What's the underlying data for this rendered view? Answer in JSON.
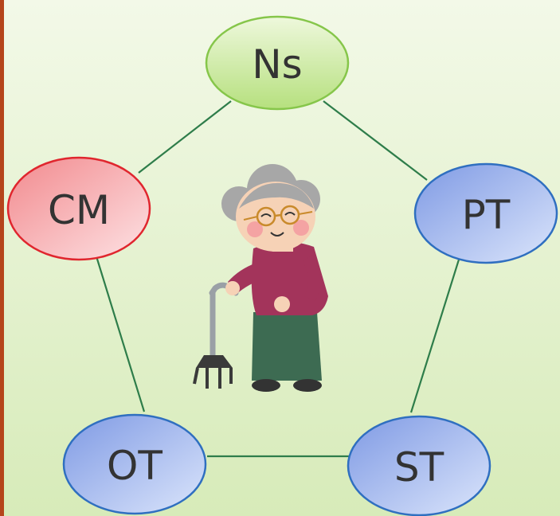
{
  "nodes": {
    "ns": {
      "label": "Ns",
      "fill_top": "#eef8dc",
      "fill_bottom": "#b6e07e",
      "stroke": "#86c64a"
    },
    "pt": {
      "label": "PT",
      "fill_top": "#7f9ae4",
      "fill_bottom": "#dbe5fb",
      "stroke": "#2f6fc0"
    },
    "st": {
      "label": "ST",
      "fill_top": "#7f9ae4",
      "fill_bottom": "#dbe5fb",
      "stroke": "#2f6fc0"
    },
    "ot": {
      "label": "OT",
      "fill_top": "#7f9ae4",
      "fill_bottom": "#dbe5fb",
      "stroke": "#2f6fc0"
    },
    "cm": {
      "label": "CM",
      "fill_top": "#f28a8e",
      "fill_bottom": "#fde2e4",
      "stroke": "#e0262e"
    }
  },
  "edges": [
    [
      "ns",
      "pt"
    ],
    [
      "pt",
      "st"
    ],
    [
      "st",
      "ot"
    ],
    [
      "ot",
      "cm"
    ],
    [
      "cm",
      "ns"
    ]
  ],
  "center_icon": "elderly-person-with-cane-icon",
  "colors": {
    "background_top": "#f3f9e8",
    "background_bottom": "#d7ebb9",
    "left_border": "#b5451b",
    "edge": "#2e7d4a"
  }
}
